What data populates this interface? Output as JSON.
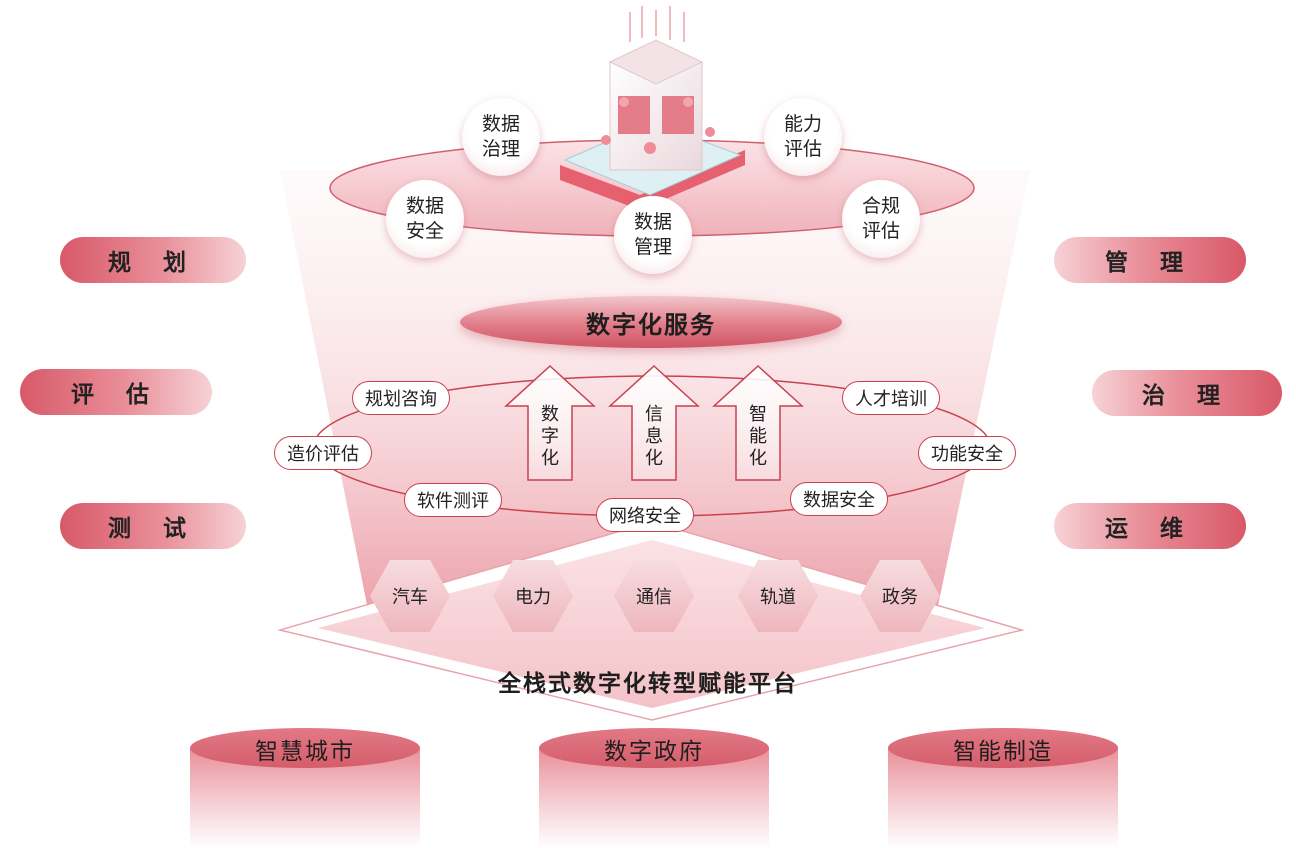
{
  "top_circles": {
    "data_governance": "数据\n治理",
    "capability_assessment": "能力\n评估",
    "data_security": "数据\n安全",
    "data_management": "数据\n管理",
    "compliance_assessment": "合规\n评估"
  },
  "service_banner": "数字化服务",
  "left_pills": [
    "规 划",
    "评 估",
    "测 试"
  ],
  "right_pills": [
    "管 理",
    "治 理",
    "运 维"
  ],
  "ring_tags": {
    "planning_consulting": "规划咨询",
    "cost_assessment": "造价评估",
    "software_testing": "软件测评",
    "network_security": "网络安全",
    "data_security": "数据安全",
    "functional_safety": "功能安全",
    "talent_training": "人才培训"
  },
  "arrows": [
    "数字化",
    "信息化",
    "智能化"
  ],
  "industries": [
    "汽车",
    "电力",
    "通信",
    "轨道",
    "政务"
  ],
  "platform_title": "全栈式数字化转型赋能平台",
  "cylinders": [
    "智慧城市",
    "数字政府",
    "智能制造"
  ],
  "colors": {
    "accent": "#d85968",
    "accent_dark": "#c9414f",
    "accent_light": "#f6d2d6"
  }
}
